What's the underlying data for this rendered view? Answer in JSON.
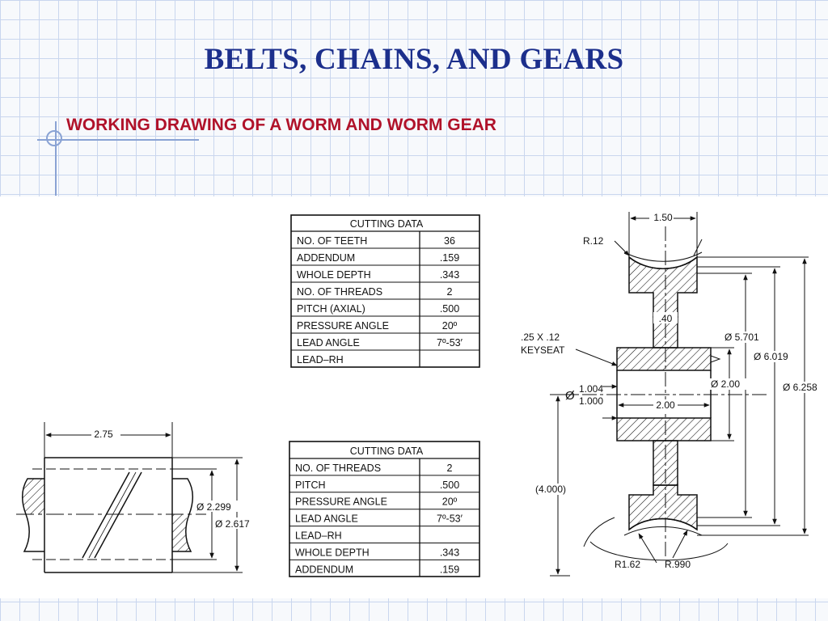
{
  "slide": {
    "title": "BELTS, CHAINS, AND GEARS",
    "subtitle": "WORKING DRAWING OF A WORM AND WORM GEAR"
  },
  "colors": {
    "title": "#1c2f8c",
    "subtitle": "#b0122a",
    "grid": "#c9d6ee"
  },
  "gear_table": {
    "header": "CUTTING DATA",
    "rows": [
      {
        "label": "NO. OF TEETH",
        "value": "36"
      },
      {
        "label": "ADDENDUM",
        "value": ".159"
      },
      {
        "label": "WHOLE DEPTH",
        "value": ".343"
      },
      {
        "label": "NO. OF THREADS",
        "value": "2"
      },
      {
        "label": "PITCH (AXIAL)",
        "value": ".500"
      },
      {
        "label": "PRESSURE ANGLE",
        "value": "20º"
      },
      {
        "label": "LEAD ANGLE",
        "value": "7º-53′"
      },
      {
        "label": "LEAD–RH",
        "value": ""
      }
    ]
  },
  "worm_table": {
    "header": "CUTTING DATA",
    "rows": [
      {
        "label": "NO. OF THREADS",
        "value": "2"
      },
      {
        "label": "PITCH",
        "value": ".500"
      },
      {
        "label": "PRESSURE ANGLE",
        "value": "20º"
      },
      {
        "label": "LEAD ANGLE",
        "value": "7º-53′"
      },
      {
        "label": "LEAD–RH",
        "value": ""
      },
      {
        "label": "WHOLE DEPTH",
        "value": ".343"
      },
      {
        "label": "ADDENDUM",
        "value": ".159"
      }
    ]
  },
  "worm_dims": {
    "length": "2.75",
    "pitch_dia": "Ø 2.299",
    "outside_dia": "Ø 2.617"
  },
  "gear_dims": {
    "face_width": "1.50",
    "rim_radius": "R.12",
    "web": ".40",
    "keyseat_size": ".25 X .12",
    "keyseat_label": "KEYSEAT",
    "bore_symbol": "Ø",
    "bore_upper": "1.004",
    "bore_lower": "1.000",
    "hub_length": "2.00",
    "hub_dia": "Ø 2.00",
    "root_dia": "Ø 5.701",
    "pitch_dia": "Ø 6.019",
    "outside_dia": "Ø 6.258",
    "center_distance": "(4.000)",
    "throat_radius": "R1.62",
    "face_radius": "R.990"
  }
}
